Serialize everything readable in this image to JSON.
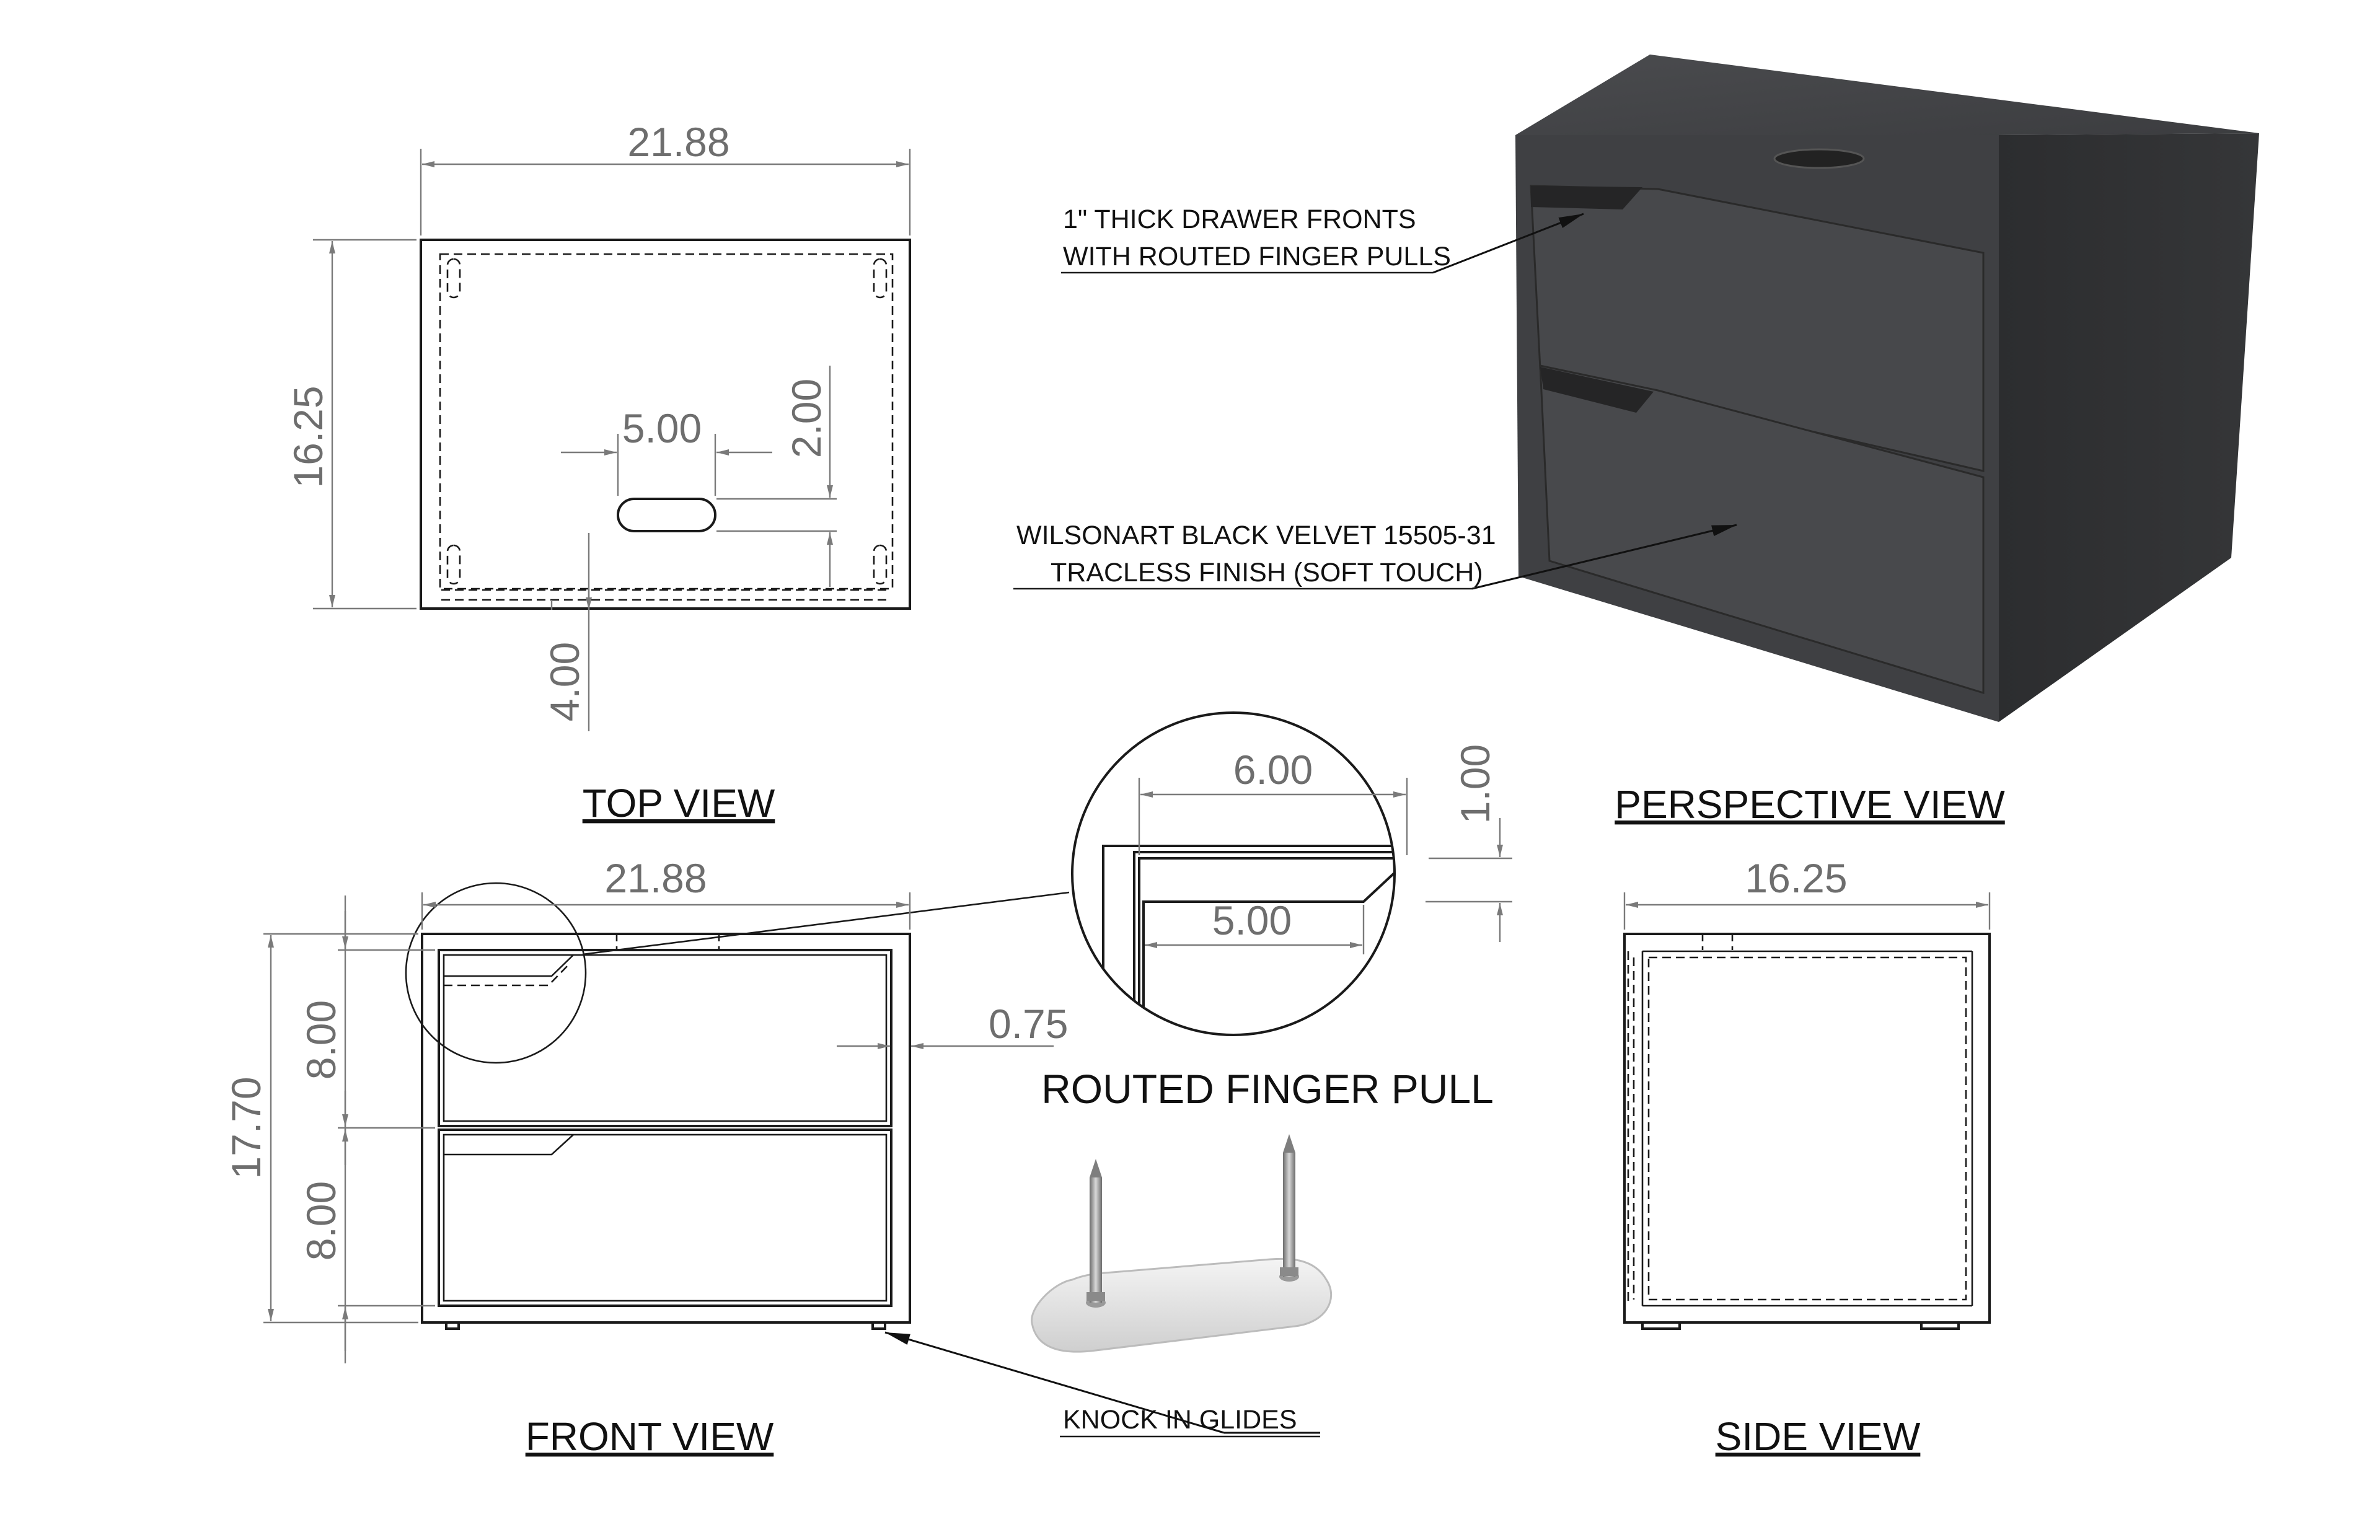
{
  "top_view": {
    "title": "TOP VIEW",
    "dim_width": "21.88",
    "dim_depth": "16.25",
    "dim_slot_len": "5.00",
    "dim_slot_from_back": "2.00",
    "dim_slot_from_front": "4.00"
  },
  "perspective_view": {
    "title": "PERSPECTIVE VIEW",
    "note_drawer": [
      "1\" THICK DRAWER FRONTS",
      "WITH ROUTED FINGER PULLS"
    ],
    "note_finish": [
      "WILSONART BLACK VELVET 15505-31",
      "TRACLESS FINISH (SOFT TOUCH)"
    ],
    "body_color": "#3a3b3d"
  },
  "front_view": {
    "title": "FRONT VIEW",
    "dim_width": "21.88",
    "dim_height": "17.70",
    "dim_upper_drawer": "8.00",
    "dim_lower_drawer": "8.00",
    "dim_reveal": "0.75"
  },
  "detail": {
    "title": "ROUTED FINGER PULL",
    "dim_outer": "6.00",
    "dim_inner": "5.00",
    "dim_depth": "1.00"
  },
  "side_view": {
    "title": "SIDE VIEW",
    "dim_depth": "16.25"
  },
  "glides": {
    "note": "KNOCK IN GLIDES"
  }
}
